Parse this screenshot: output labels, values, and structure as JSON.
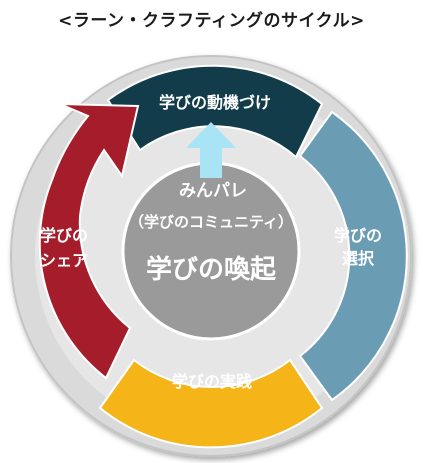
{
  "title": "<ラーン・クラフティングのサイクル>",
  "center": {
    "line1": "みんパレ",
    "line2": "（学びのコミュニティ）",
    "line3": "学びの喚起"
  },
  "segments": {
    "motivation": "学びの動機づけ",
    "selection_line1": "学びの",
    "selection_line2": "選択",
    "practice": "学びの実践",
    "share_line1": "学びの",
    "share_line2": "シェア"
  },
  "colors": {
    "motivation": "#123c4a",
    "selection": "#6a9db3",
    "practice": "#f5b417",
    "share": "#a51c2a",
    "center": "#9a9a9a",
    "ring": "#d9d9d9",
    "up_arrow": "#a9e4f6"
  }
}
